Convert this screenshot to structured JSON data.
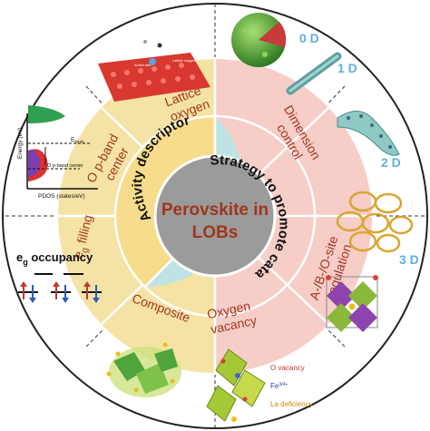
{
  "center": {
    "line1": "Perovskite in",
    "line2": "LOBs"
  },
  "inner_ring": {
    "left": "Activity descriptor",
    "right": "Strategy to promote catalytic activity"
  },
  "middle_segments": {
    "lattice_oxygen": [
      "Lattice",
      "oxygen"
    ],
    "dimension_control": [
      "Dimension",
      "control"
    ],
    "site_regulation": [
      "A-/B-/O-site",
      "regulation"
    ],
    "oxygen_vacancy": [
      "Oxygen",
      "vacancy"
    ],
    "composite": "Composite",
    "eg_filling": "e",
    "eg_filling_sub": "g",
    "eg_filling_rest": " filling",
    "op_band": [
      "O p-band",
      "center"
    ]
  },
  "outer_labels": {
    "dim_0d": "0 D",
    "dim_1d": "1 D",
    "dim_2d": "2 D",
    "dim_3d": "3 D",
    "eg_occupancy": "e",
    "eg_occupancy_sub": "g",
    "eg_occupancy_rest": " occupancy"
  },
  "pdos_plot": {
    "ylabel": "Energy (eV)",
    "xlabel": "PDOS (states/eV)",
    "efermi": "E",
    "efermi_sub": "fermi",
    "center_label": "O p-band center"
  },
  "vacancy_legend": {
    "o_vacancy": "O vacancy",
    "fe": "Fe",
    "fe_sup": "3/4+",
    "la": "La deficiency"
  },
  "surface_labels": {
    "active_site": "Active site",
    "lattice_oxygen": "Lattice oxygen"
  },
  "colors": {
    "activity_fill": "#f5e3a6",
    "strategy_fill": "#f7cdc8",
    "inner_left": "#f7dc8c",
    "inner_right": "#bfe3e3",
    "center": "#9b9b9b",
    "center_text": "#a0351d",
    "ring_stroke": "#ffffff"
  }
}
